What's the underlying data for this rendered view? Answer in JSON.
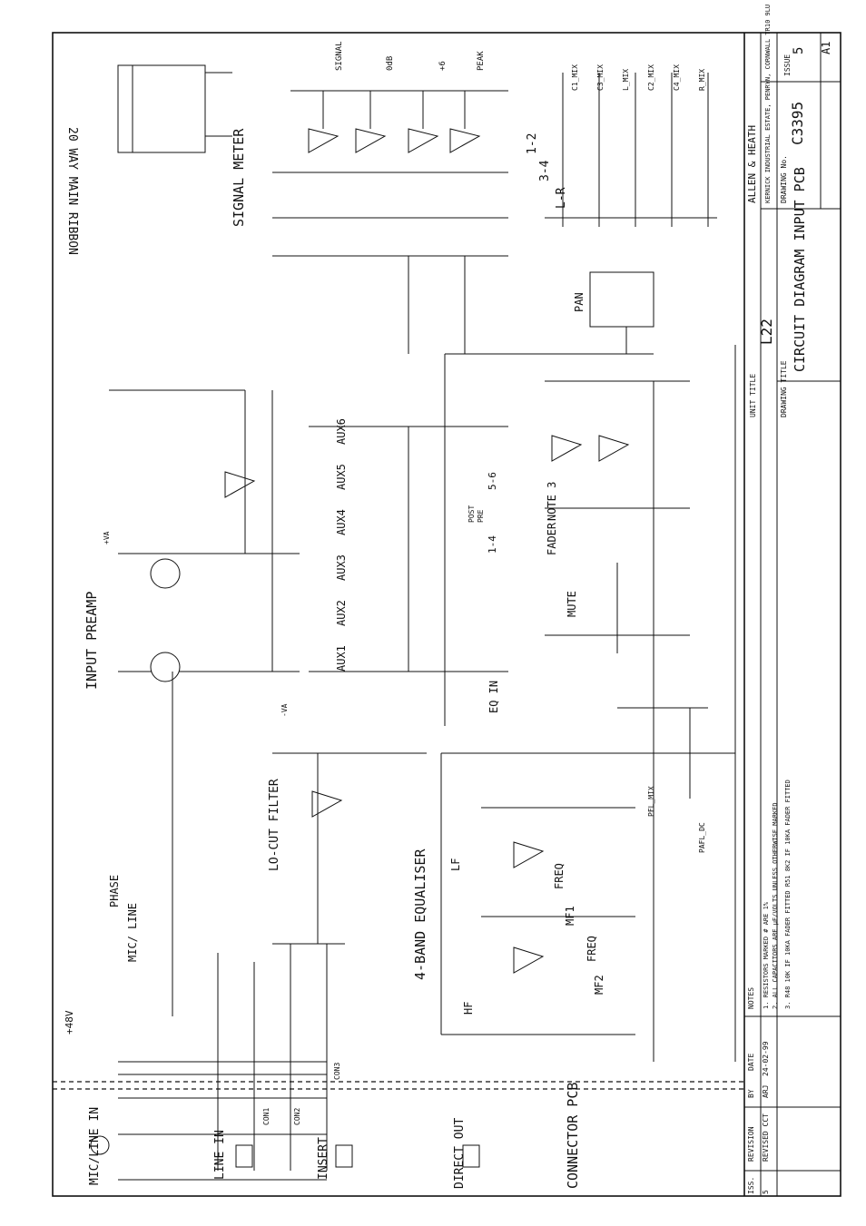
{
  "sections": {
    "main_ribbon": "20 WAY MAIN RIBBON",
    "signal_meter": "SIGNAL METER",
    "input_preamp": "INPUT PREAMP",
    "lo_cut": "LO-CUT FILTER",
    "eq": "4-BAND EQUALISER",
    "connector_pcb": "CONNECTOR PCB",
    "mic_line_in": "MIC/LINE IN",
    "line_in": "LINE IN",
    "insert": "INSERT",
    "direct_out": "DIRECT OUT",
    "pan": "PAN",
    "fader": "FADER",
    "mute": "MUTE",
    "phase": "PHASE",
    "mic_line": "MIC/ LINE",
    "eq_in": "EQ IN",
    "note3": "NOTE 3"
  },
  "meter_leds": [
    "SIGNAL",
    "0dB",
    "+6",
    "PEAK"
  ],
  "aux_labels": [
    "AUX1",
    "AUX2",
    "AUX3",
    "AUX4",
    "AUX5",
    "AUX6"
  ],
  "aux_switch_labels": [
    "1-4",
    "5-6",
    "POST",
    "PRE"
  ],
  "band_labels": [
    "HF",
    "LF",
    "MF1",
    "MF2",
    "FREQ",
    "FREQ"
  ],
  "ribbon_signals": [
    "C1_MIX",
    "C3_MIX",
    "L_MIX",
    "C2_MIX",
    "C4_MIX",
    "R_MIX"
  ],
  "bus_assign": [
    "1-2",
    "3-4",
    "L-R"
  ],
  "title_block": {
    "company": "ALLEN & HEATH",
    "address": "KERNICK INDUSTRIAL ESTATE, PENRYN, CORNWALL TR10 9LU",
    "drawing_no_label": "DRAWING No.",
    "drawing_no": "C3395",
    "issue_label": "ISSUE",
    "issue": "5",
    "size": "A1",
    "unit_title_label": "UNIT TITLE",
    "unit_title": "L22",
    "drawing_title_label": "DRAWING TITLE",
    "drawing_title": "CIRCUIT DIAGRAM INPUT PCB"
  },
  "revisions": {
    "headers": [
      "ISS.",
      "REVISION",
      "BY",
      "DATE"
    ],
    "rows": [
      [
        "5",
        "REVISED CCT",
        "ARJ",
        "24-02-99"
      ]
    ]
  },
  "notes": {
    "label": "NOTES",
    "items": [
      "1. RESISTORS MARKED # ARE 1%",
      "2. ALL CAPACITORS ARE µF/VOLTS UNLESS OTHERWISE MARKED",
      "3. R48 10K IF 10KA FADER FITTED   R51 8K2 IF 10KA FADER FITTED"
    ]
  },
  "misc_labels": [
    "+48V",
    "-VA",
    "+VA",
    "PFL_MIX",
    "PAFL_DC",
    "CON3",
    "CON2",
    "CON1"
  ]
}
